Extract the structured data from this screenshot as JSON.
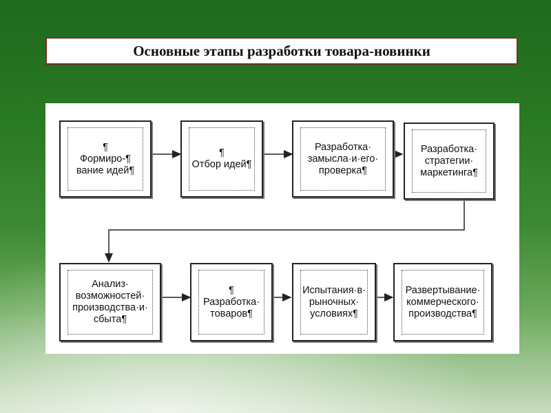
{
  "title": "Основные этапы разработки товара-новинки",
  "steps_row1": [
    "¶\nФормиро-¶\nвание идей¶",
    "¶\nОтбор идей¶",
    "Разработка·\nзамысла·и·его·\nпроверка¶",
    "Разработка·\nстратегии·\nмаркетинга¶"
  ],
  "steps_row2": [
    "Анализ·\nвозможностей·\nпроизводства·и·\nсбыта¶",
    "¶\nРазработка·\nтоваров¶",
    "Испытания·в·\nрыночных·\nусловиях¶",
    "Развертывание·\nкоммерческого·\nпроизводства¶"
  ],
  "colors": {
    "background": "#2a7a23",
    "title_border": "#7a2a2a",
    "panel": "#ffffff",
    "lines": "#222222"
  }
}
